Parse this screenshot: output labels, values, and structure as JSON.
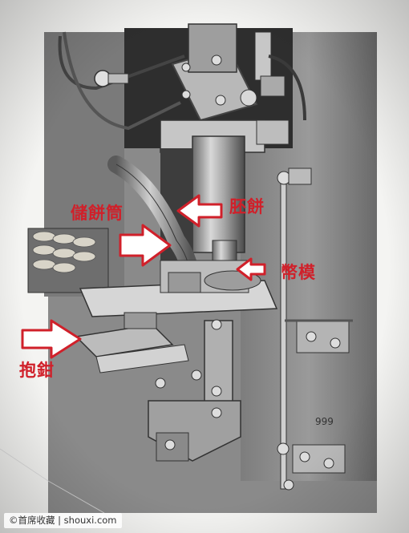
{
  "labels": {
    "storage_tube": "儲餅筒",
    "blank": "胚餅",
    "die": "幣模",
    "tongs": "抱鉗"
  },
  "watermark": "©首席收藏 | shouxi.com",
  "colors": {
    "label_red": "#d0202a",
    "arrow_fill": "#ffffff",
    "arrow_outline": "#d0202a"
  }
}
